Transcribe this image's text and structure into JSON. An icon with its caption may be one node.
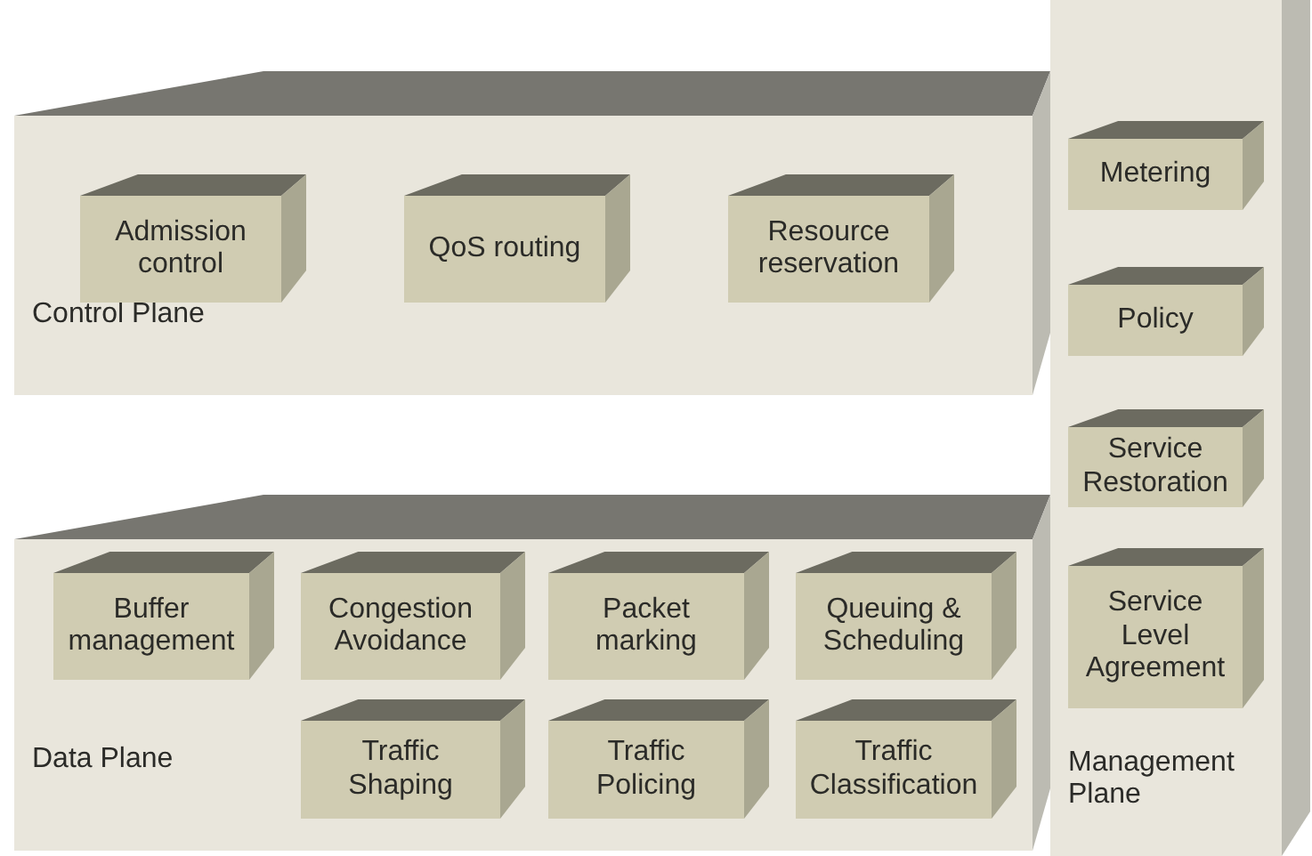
{
  "diagram": {
    "nodes": [
      {
        "text": [
          "Control Plane"
        ]
      },
      {
        "text": [
          "Admission control"
        ],
        "in": 0
      },
      {
        "text": [
          "QoS routing"
        ],
        "in": 0
      },
      {
        "text": [
          "Resource reservation"
        ],
        "in": 0
      },
      {
        "text": [
          "Data Plane"
        ]
      },
      {
        "text": [
          "Buffer management"
        ],
        "in": 4
      },
      {
        "text": [
          "Congestion Avoidance"
        ],
        "in": 4
      },
      {
        "text": [
          "Packet marking"
        ],
        "in": 4
      },
      {
        "text": [
          "Queuing & Scheduling"
        ],
        "in": 4
      },
      {
        "text": [
          "Traffic Shaping"
        ],
        "in": 4
      },
      {
        "text": [
          "Traffic Policing"
        ],
        "in": 4
      },
      {
        "text": [
          "Traffic Classification"
        ],
        "in": 4
      },
      {
        "text": [
          "Management Plane"
        ]
      },
      {
        "text": [
          "Metering"
        ],
        "in": 12
      },
      {
        "text": [
          "Policy"
        ],
        "in": 12
      },
      {
        "text": [
          "Service Restoration"
        ],
        "in": 12
      },
      {
        "text": [
          "Service Level Agreement"
        ],
        "in": 12
      }
    ]
  }
}
